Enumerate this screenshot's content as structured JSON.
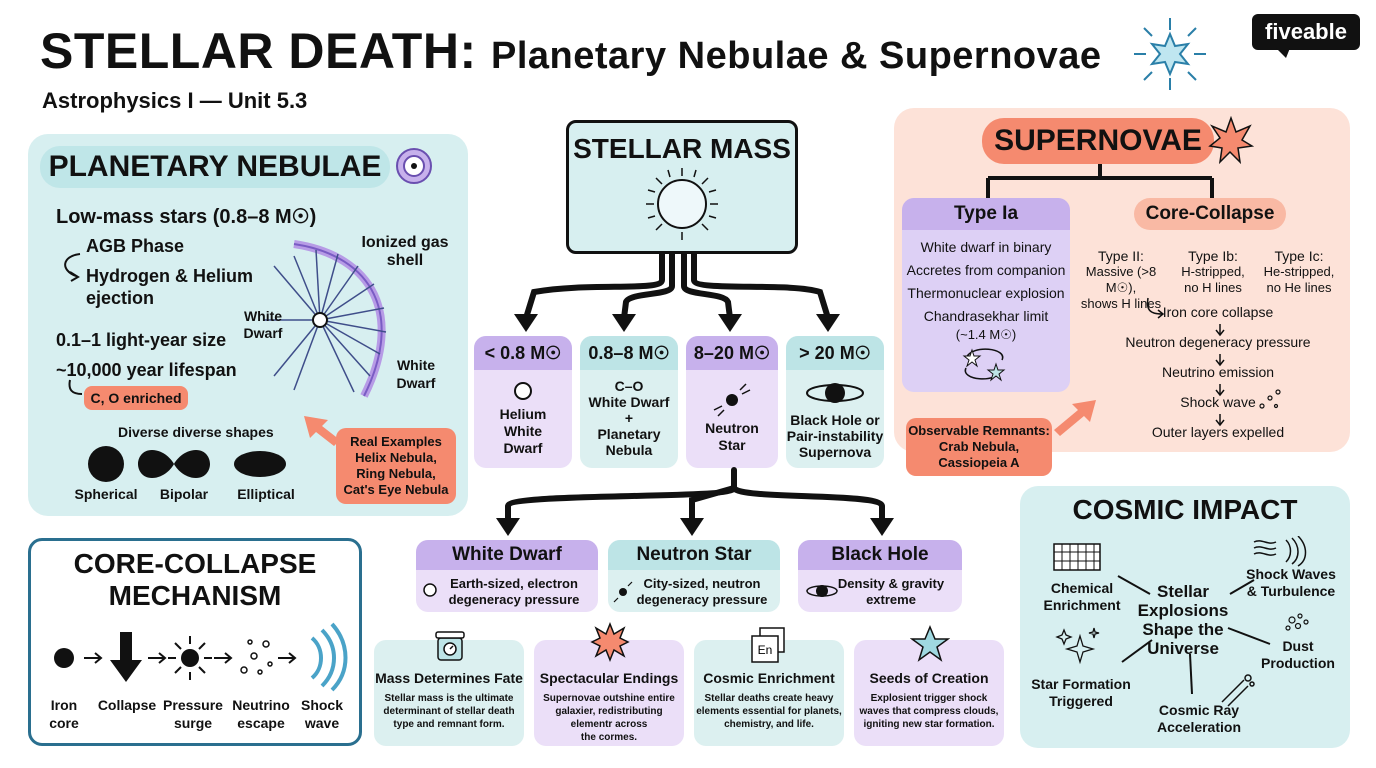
{
  "title": {
    "main": "STELLAR DEATH:",
    "rest": "Planetary Nebulae & Supernovae"
  },
  "subtitle": "Astrophysics I — Unit 5.3",
  "logo": "fiveable",
  "planetary_nebulae": {
    "header": "PLANETARY NEBULAE",
    "mass_range": "Low-mass stars (0.8–8 M☉)",
    "agb": "AGB Phase",
    "ejection_1": "Hydrogen & Helium",
    "ejection_2": "ejection",
    "size": "0.1–1 light-year size",
    "lifespan": "~10,000 year lifespan",
    "enriched": "C, O enriched",
    "label_ionized_1": "Ionized gas",
    "label_ionized_2": "shell",
    "label_wd_left_1": "White",
    "label_wd_left_2": "Dwarf",
    "label_wd_right_1": "White",
    "label_wd_right_2": "Dwarf",
    "shapes_title": "Diverse diverse shapes",
    "shapes": [
      "Spherical",
      "Bipolar",
      "Elliptical"
    ],
    "examples": [
      "Real Examples",
      "Helix Nebula,",
      "Ring Nebula,",
      "Cat's Eye Nebula"
    ]
  },
  "core_collapse": {
    "title_1": "CORE-COLLAPSE",
    "title_2": "MECHANISM",
    "steps": [
      {
        "l1": "Iron",
        "l2": "core"
      },
      {
        "l1": "Collapse",
        "l2": ""
      },
      {
        "l1": "Pressure",
        "l2": "surge"
      },
      {
        "l1": "Neutrino",
        "l2": "escape"
      },
      {
        "l1": "Shock",
        "l2": "wave"
      }
    ]
  },
  "stellar_mass": {
    "title": "STELLAR MASS",
    "columns": [
      {
        "head": "< 0.8 M☉",
        "lines": [
          "Helium",
          "White",
          "Dwarf"
        ]
      },
      {
        "head": "0.8–8 M☉",
        "lines": [
          "C–O",
          "White Dwarf",
          "+",
          "Planetary",
          "Nebula"
        ]
      },
      {
        "head": "8–20 M☉",
        "lines": [
          "Neutron",
          "Star"
        ]
      },
      {
        "head": "> 20 M☉",
        "lines": [
          "Black Hole or",
          "Pair-instability",
          "Supernova"
        ]
      }
    ]
  },
  "remnants": [
    {
      "head": "White Dwarf",
      "l1": "Earth-sized, electron",
      "l2": "degeneracy pressure"
    },
    {
      "head": "Neutron Star",
      "l1": "City-sized, neutron",
      "l2": "degeneracy pressure"
    },
    {
      "head": "Black Hole",
      "l1": "Density & gravity",
      "l2": "extreme"
    }
  ],
  "cards": [
    {
      "title": "Mass Determines Fate",
      "lines": [
        "Stellar mass is the ultimate",
        "determinant of stellar death",
        "type and remnant form."
      ]
    },
    {
      "title": "Spectacular Endings",
      "lines": [
        "Supernovae outshine entire",
        "galaxier, redistributing",
        "elementr across",
        "the cormes."
      ]
    },
    {
      "title": "Cosmic Enrichment",
      "lines": [
        "Stellar deaths create heavy",
        "elements essential for planets,",
        "chemistry, and life."
      ]
    },
    {
      "title": "Seeds of Creation",
      "lines": [
        "Explosient trigger shock",
        "waves that compress clouds,",
        "igniting new star formation."
      ]
    }
  ],
  "supernovae": {
    "header": "SUPERNOVAE",
    "type_ia": {
      "head": "Type Ia",
      "l1": "White dwarf in binary",
      "l2": "Accretes from companion",
      "l3": "Thermonuclear explosion",
      "l4": "Chandrasekhar limit",
      "l5": "(~1.4 M☉)"
    },
    "core_collapse": {
      "head": "Core-Collapse",
      "types": [
        {
          "t": "Type II:",
          "a": "Massive (>8 M☉),",
          "b": "shows H lines"
        },
        {
          "t": "Type Ib:",
          "a": "H-stripped,",
          "b": "no H lines"
        },
        {
          "t": "Type Ic:",
          "a": "He-stripped,",
          "b": "no He lines"
        }
      ],
      "chain": [
        "Iron core collapse",
        "Neutron degeneracy pressure",
        "Neutrino emission",
        "Shock wave",
        "Outer layers expelled"
      ]
    },
    "remnants": [
      "Observable Remnants:",
      "Crab Nebula,",
      "Cassiopeia A"
    ]
  },
  "cosmic_impact": {
    "title": "COSMIC IMPACT",
    "center": [
      "Stellar",
      "Explosions",
      "Shape the",
      "Universe"
    ],
    "chem": [
      "Chemical",
      "Enrichment"
    ],
    "shock": [
      "Shock Waves",
      "& Turbulence"
    ],
    "dust": [
      "Dust",
      "Production"
    ],
    "star": [
      "Star Formation",
      "Triggered"
    ],
    "ray": [
      "Cosmic Ray",
      "Acceleration"
    ]
  },
  "colors": {
    "teal": "#d7eff0",
    "purple": "#ebdff8",
    "coral": "#f58a6f",
    "peach": "#fde2d8"
  }
}
